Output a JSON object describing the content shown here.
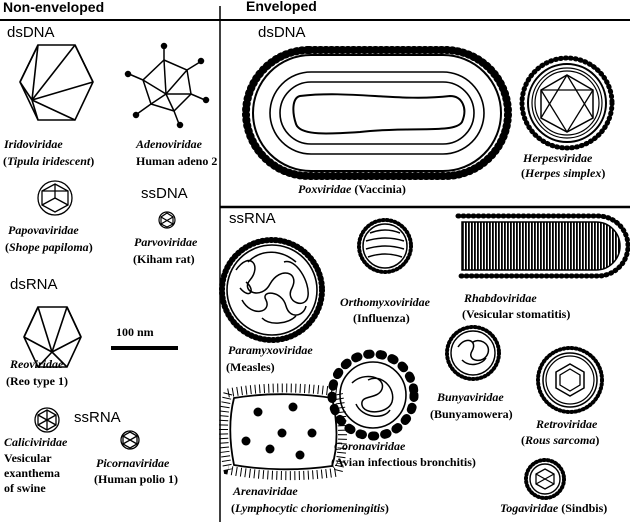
{
  "headers": {
    "non_enveloped": "Non-enveloped",
    "enveloped": "Enveloped"
  },
  "groups": {
    "ne_dsdna": "dsDNA",
    "ne_ssdna": "ssDNA",
    "ne_dsrna": "dsRNA",
    "ne_ssrna": "ssRNA",
    "env_dsdna": "dsDNA",
    "env_ssrna": "ssRNA"
  },
  "scale_bar": {
    "label": "100 nm"
  },
  "viruses": {
    "iridoviridae": {
      "family": "Iridoviridae",
      "example": "Tipula iridescent"
    },
    "adenoviridae": {
      "family": "Adenoviridae",
      "example": "Human adeno 2"
    },
    "papovaviridae": {
      "family": "Papovaviridae",
      "example": "Shope papiloma"
    },
    "parvoviridae": {
      "family": "Parvoviridae",
      "example": "Kiham rat"
    },
    "reoviridae": {
      "family": "Reoviridae",
      "example": "Reo type 1"
    },
    "caliciviridae": {
      "family": "Caliciviridae",
      "example_line1": "Vesicular",
      "example_line2": "exanthema",
      "example_line3": "of swine"
    },
    "picornaviridae": {
      "family": "Picornaviridae",
      "example": "Human polio 1"
    },
    "poxviridae": {
      "family": "Poxviridae",
      "example": "Vaccinia"
    },
    "herpesviridae": {
      "family": "Herpesviridae",
      "example": "Herpes simplex"
    },
    "paramyxoviridae": {
      "family": "Paramyxoviridae",
      "example": "Measles"
    },
    "orthomyxoviridae": {
      "family": "Orthomyxoviridae",
      "example": "Influenza"
    },
    "rhabdoviridae": {
      "family": "Rhabdoviridae",
      "example": "Vesicular stomatitis"
    },
    "bunyaviridae": {
      "family": "Bunyaviridae",
      "example": "Bunyamowera"
    },
    "retroviridae": {
      "family": "Retroviridae",
      "example": "Rous sarcoma"
    },
    "coronaviridae": {
      "family": "Coronaviridae",
      "example": "Avian infectious bronchitis"
    },
    "arenaviridae": {
      "family": "Arenaviridae",
      "example": "Lymphocytic choriomeningitis"
    },
    "togaviridae": {
      "family": "Togaviridae",
      "example": "Sindbis"
    }
  }
}
